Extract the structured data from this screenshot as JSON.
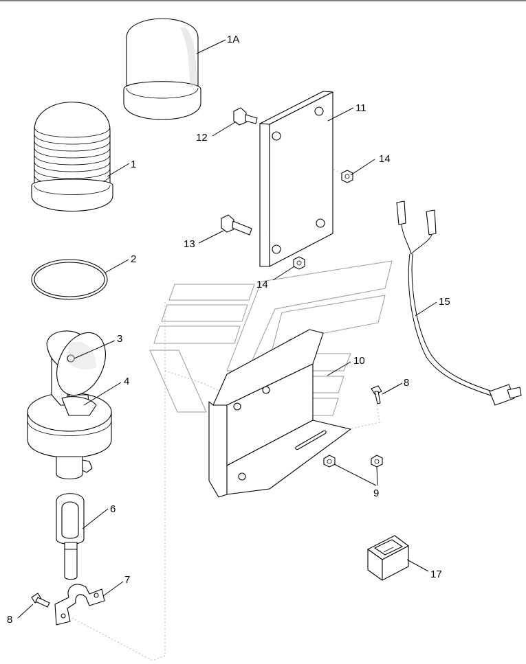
{
  "callouts": {
    "c1A": "1A",
    "c1": "1",
    "c2": "2",
    "c3": "3",
    "c4": "4",
    "c6": "6",
    "c7": "7",
    "c8a": "8",
    "c8b": "8",
    "c9": "9",
    "c10": "10",
    "c11": "11",
    "c12": "12",
    "c13": "13",
    "c14a": "14",
    "c14b": "14",
    "c15": "15",
    "c17": "17"
  }
}
